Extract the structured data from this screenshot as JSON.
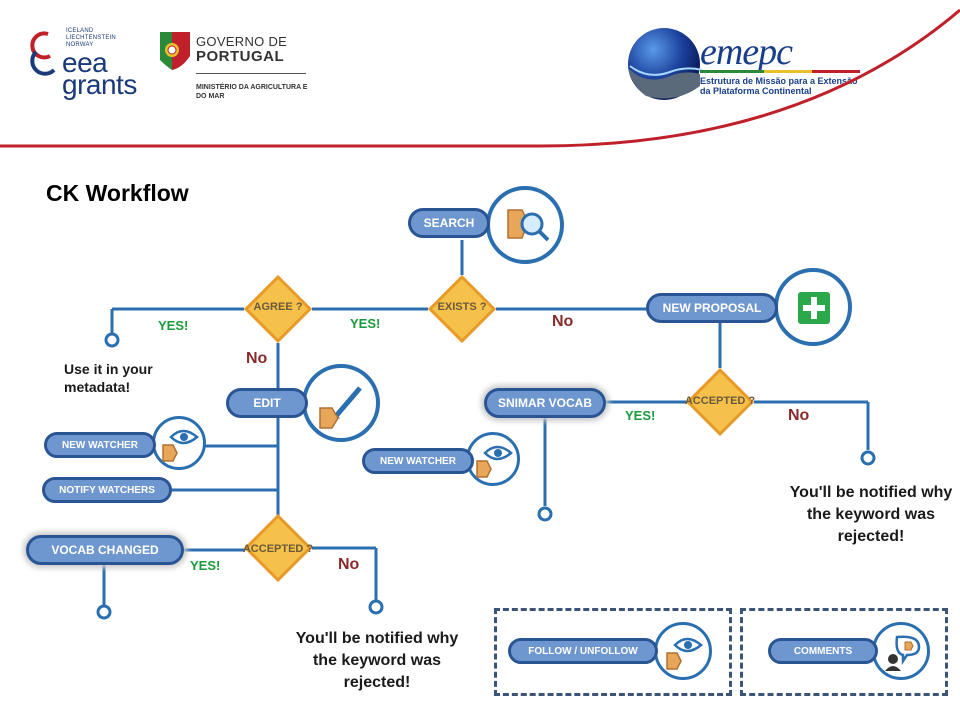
{
  "header": {
    "eea_countries": [
      "ICELAND",
      "LIECHTENSTEIN",
      "NORWAY"
    ],
    "eea_brand_1": "eea",
    "eea_brand_2": "grants",
    "gov_line1": "GOVERNO DE",
    "gov_line2": "PORTUGAL",
    "gov_ministry": "MINISTÉRIO DA AGRICULTURA E DO MAR",
    "emepc_title": "emepc",
    "emepc_subtitle": "Estrutura de Missão para a Extensão da Plataforma Continental"
  },
  "page_title": "CK Workflow",
  "nodes": {
    "search": "SEARCH",
    "exists": "EXISTS ?",
    "agree": "AGREE ?",
    "new_proposal": "NEW PROPOSAL",
    "accepted_right": "ACCEPTED ?",
    "edit": "EDIT",
    "snimar_vocab": "SNIMAR VOCAB",
    "new_watcher_left": "NEW WATCHER",
    "new_watcher_mid": "NEW WATCHER",
    "notify_watchers": "NOTIFY WATCHERS",
    "vocab_changed": "VOCAB CHANGED",
    "accepted_bottom": "ACCEPTED ?",
    "follow_unfollow": "FOLLOW / UNFOLLOW",
    "comments": "COMMENTS"
  },
  "labels": {
    "yes": "YES!",
    "no": "No",
    "use_it": "Use it in your metadata!",
    "rejected": "You'll be notified why the keyword was rejected!"
  },
  "colors": {
    "pill_fill": "#6f97cf",
    "pill_border": "#2a5595",
    "diamond_fill": "#f6c14a",
    "diamond_border": "#e89a28",
    "line": "#2a6fb0",
    "yes": "#1a9a3a",
    "no": "#8a2a2a",
    "header_rule": "#c0202a"
  }
}
